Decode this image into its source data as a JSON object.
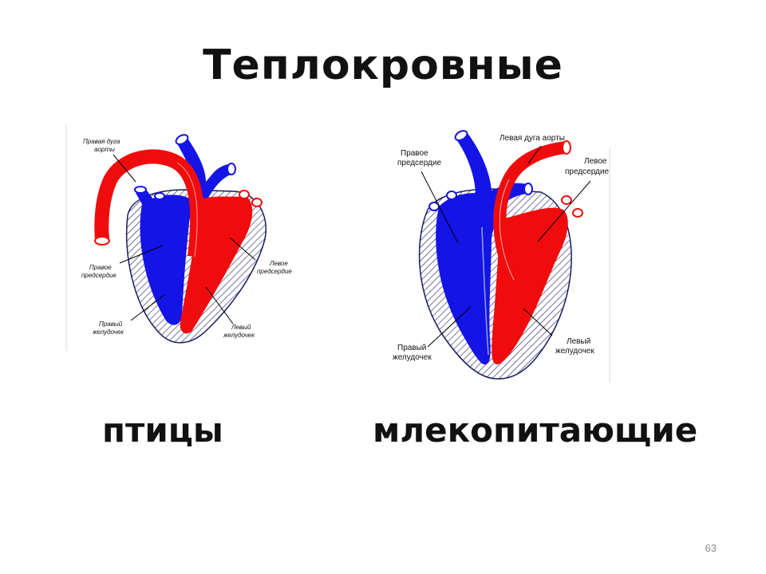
{
  "title": "Теплокровные",
  "colors": {
    "oxygenated": "#f00c0c",
    "deoxygenated": "#1414e6",
    "hatch_outline": "#1a1a60"
  },
  "bird_heart": {
    "labels": {
      "right_aortic_arch": [
        "Правая дуга",
        "аорты"
      ],
      "right_atrium": [
        "Правое",
        "предсердие"
      ],
      "left_atrium": [
        "Левое",
        "предсердие"
      ],
      "right_ventricle": [
        "Правый",
        "желудочек"
      ],
      "left_ventricle": [
        "Левый",
        "желудочек"
      ]
    },
    "caption": "птицы"
  },
  "mammal_heart": {
    "labels": {
      "right_atrium": [
        "Правое",
        "предсердие"
      ],
      "left_aortic_arch": [
        "Левая дуга аорты"
      ],
      "left_atrium": [
        "Левое",
        "предсердие"
      ],
      "right_ventricle": [
        "Правый",
        "желудочек"
      ],
      "left_ventricle": [
        "Левый",
        "желудочек"
      ]
    },
    "caption": "млекопитающие"
  },
  "page_number": "63"
}
